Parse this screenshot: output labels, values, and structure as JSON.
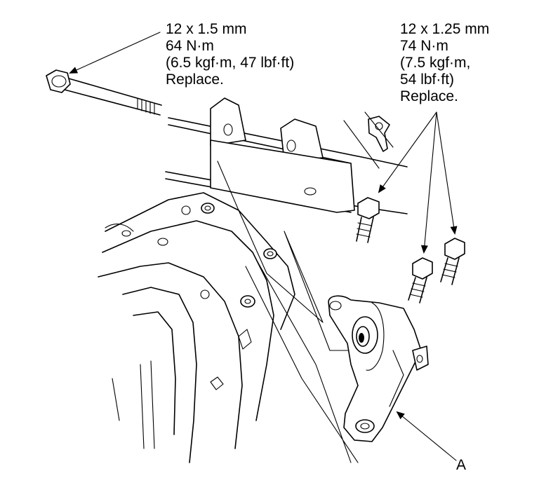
{
  "callouts": {
    "left_bolt": {
      "lines": [
        "12 x 1.5 mm",
        "64 N·m",
        "(6.5 kgf·m, 47 lbf·ft)",
        "Replace."
      ]
    },
    "right_bolts": {
      "lines": [
        "12 x 1.25 mm",
        "74 N·m",
        "(7.5 kgf·m,",
        "54 lbf·ft)",
        "Replace."
      ]
    },
    "part_a": {
      "label": "A"
    }
  }
}
